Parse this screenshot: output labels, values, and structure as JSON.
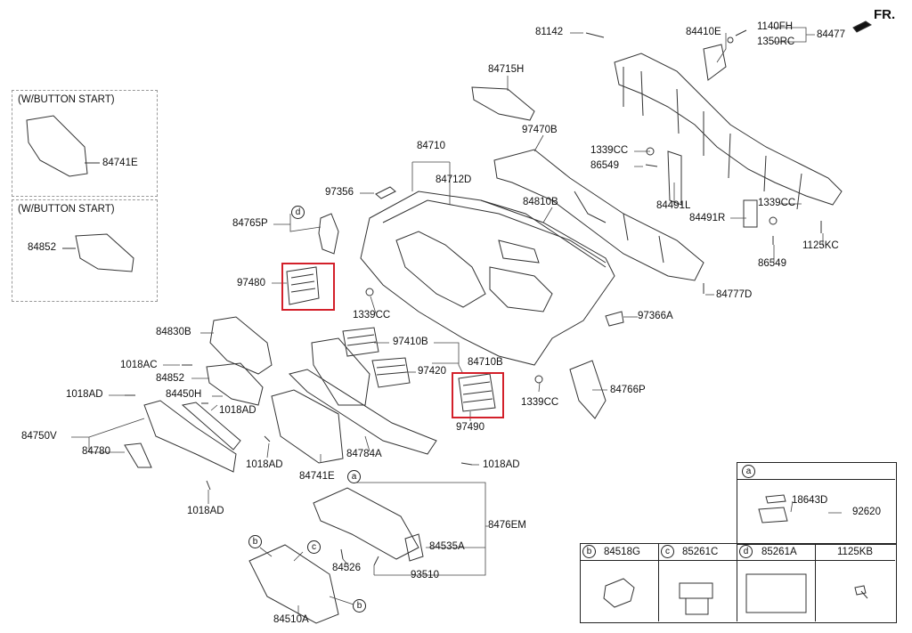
{
  "direction": "FR.",
  "boxes": [
    {
      "title": "(W/BUTTON START)",
      "part": "84741E"
    },
    {
      "title": "(W/BUTTON START)",
      "part": "84852"
    }
  ],
  "labels": {
    "p81142": "81142",
    "p84410E": "84410E",
    "p1140FH": "1140FH",
    "p1350RC": "1350RC",
    "p84477": "84477",
    "p84715H": "84715H",
    "p97470B": "97470B",
    "p84710": "84710",
    "p84712D": "84712D",
    "p97356": "97356",
    "p84810B": "84810B",
    "p1339CC_a": "1339CC",
    "p86549_a": "86549",
    "p84491L": "84491L",
    "p84491R": "84491R",
    "p1339CC_b": "1339CC",
    "p1125KC": "1125KC",
    "p86549_b": "86549",
    "p84777D": "84777D",
    "p84765P": "84765P",
    "p97480": "97480",
    "p1339CC_c": "1339CC",
    "p97366A": "97366A",
    "p84830B": "84830B",
    "p1018AC": "1018AC",
    "p84852": "84852",
    "p1018AD_a": "1018AD",
    "p84450H": "84450H",
    "p1018AD_b": "1018AD",
    "p97410B": "97410B",
    "p84710B": "84710B",
    "p97420": "97420",
    "p1339CC_d": "1339CC",
    "p84766P": "84766P",
    "p97490": "97490",
    "p84750V": "84750V",
    "p84780": "84780",
    "p1018AD_c": "1018AD",
    "p84741E": "84741E",
    "p84784A": "84784A",
    "p1018AD_d": "1018AD",
    "p1018AD_e": "1018AD",
    "p8476EM": "8476EM",
    "p84535A": "84535A",
    "p84526": "84526",
    "p93510": "93510",
    "p84510A": "84510A"
  },
  "callouts": {
    "a": "a",
    "b": "b",
    "c": "c",
    "d": "d"
  },
  "inset_a": {
    "tag": "a",
    "p18643D": "18643D",
    "p92620": "92620"
  },
  "table": [
    {
      "tag": "b",
      "part": "84518G"
    },
    {
      "tag": "c",
      "part": "85261C"
    },
    {
      "tag": "d",
      "part": "85261A"
    },
    {
      "tag": "",
      "part": "1125KB"
    }
  ]
}
